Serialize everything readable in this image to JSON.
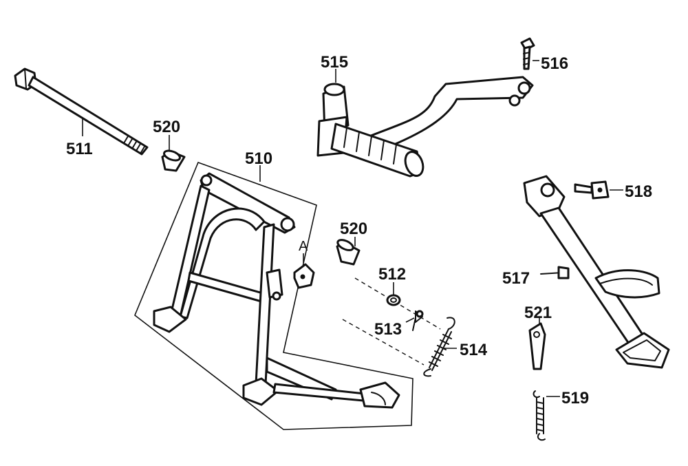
{
  "labels": {
    "p510": "510",
    "p511": "511",
    "p512": "512",
    "p513": "513",
    "p514": "514",
    "p515": "515",
    "p516": "516",
    "p517": "517",
    "p518": "518",
    "p519": "519",
    "p520_top": "520",
    "p520_mid": "520",
    "p521": "521",
    "a": "A"
  },
  "colors": {
    "line": "#111111",
    "background": "#ffffff"
  }
}
